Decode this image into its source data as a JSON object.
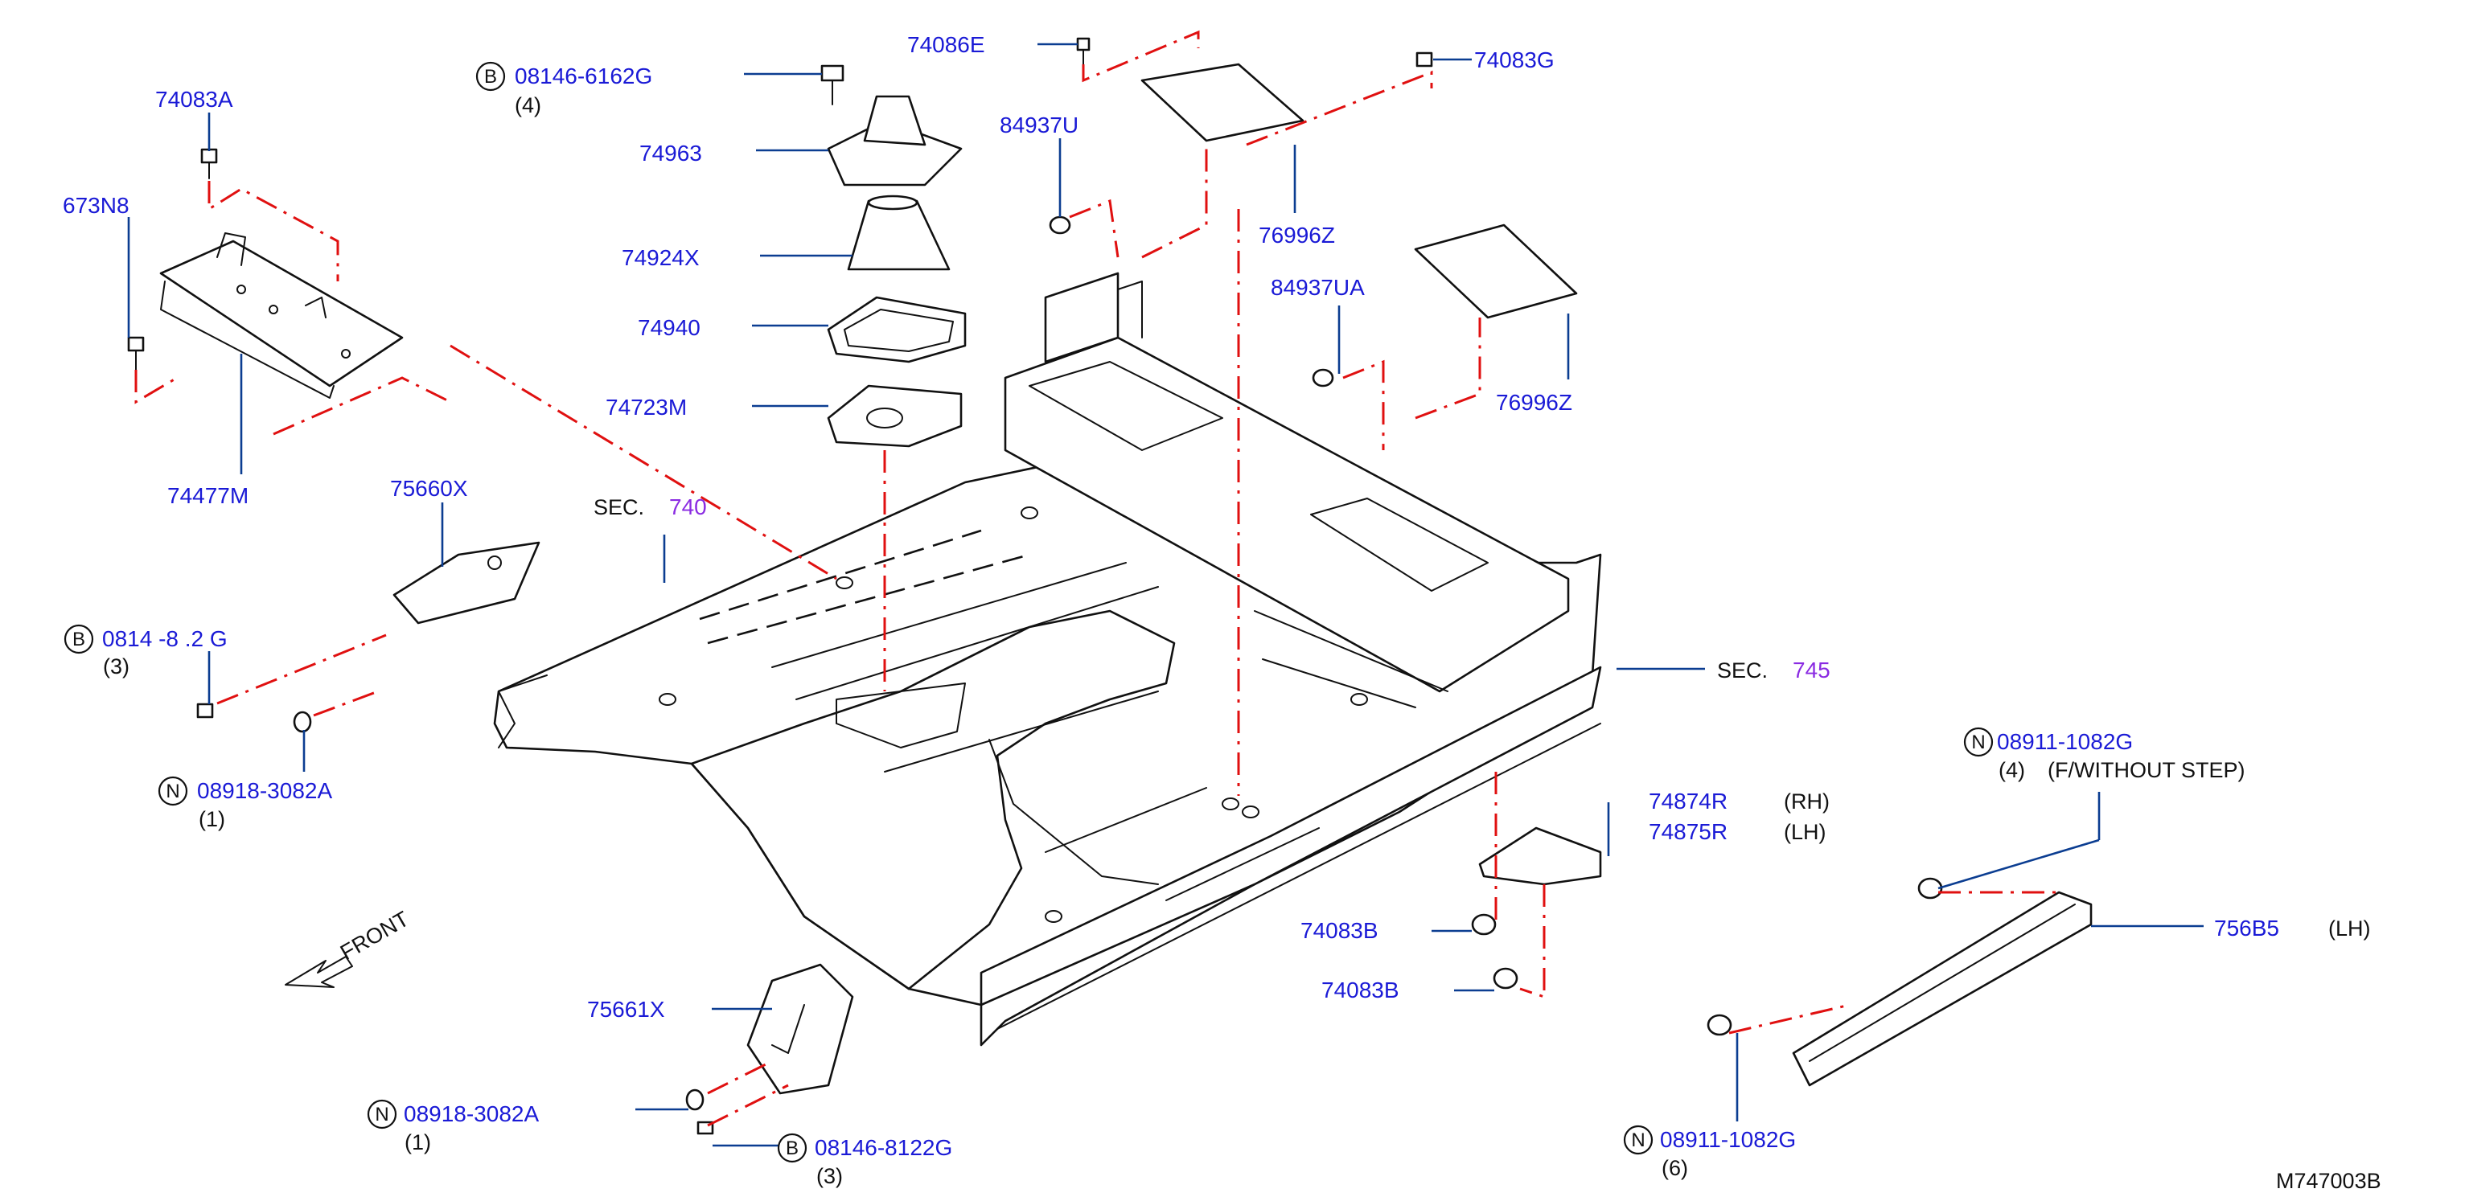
{
  "diagram_id": "M747003B",
  "labels": {
    "p74083A": "74083A",
    "p673N8": "673N8",
    "p74477M": "74477M",
    "p08146_6162G": "08146-6162G",
    "p08146_6162G_qty": "(4)",
    "p74963": "74963",
    "p74924X": "74924X",
    "p74940": "74940",
    "p74723M": "74723M",
    "p74086E": "74086E",
    "p84937U": "84937U",
    "p76996Z_a": "76996Z",
    "p74083G": "74083G",
    "p84937UA": "84937UA",
    "p76996Z_b": "76996Z",
    "p75660X": "75660X",
    "sec740_prefix": "SEC.",
    "sec740_num": "740",
    "p0814x_partial": "0814 -8 .2  G",
    "p0814x_qty": "(3)",
    "p08918_3082A_a": "08918-3082A",
    "p08918_3082A_a_qty": "(1)",
    "sec745_prefix": "SEC.",
    "sec745_num": "745",
    "p08911_1082G_a": "08911-1082G",
    "p08911_1082G_a_qty": "(4)",
    "p08911_1082G_a_note": "(F/WITHOUT   STEP)",
    "p74874R": "74874R",
    "p74874R_side": "(RH)",
    "p74875R": "74875R",
    "p74875R_side": "(LH)",
    "p74083B_a": "74083B",
    "p74083B_b": "74083B",
    "p756B5": "756B5",
    "p756B5_side": "(LH)",
    "front": "FRONT",
    "p75661X": "75661X",
    "p08918_3082A_b": "08918-3082A",
    "p08918_3082A_b_qty": "(1)",
    "p08146_8122G": "08146-8122G",
    "p08146_8122G_qty": "(3)",
    "p08911_1082G_b": "08911-1082G",
    "p08911_1082G_b_qty": "(6)"
  },
  "symbols": {
    "bolt": "B",
    "nut": "N"
  },
  "colors": {
    "part_number": "#1a1ad6",
    "section_ref": "#8a2be2",
    "leader": "#0b3d91",
    "phantom_line": "#e01010",
    "outline": "#111111"
  }
}
